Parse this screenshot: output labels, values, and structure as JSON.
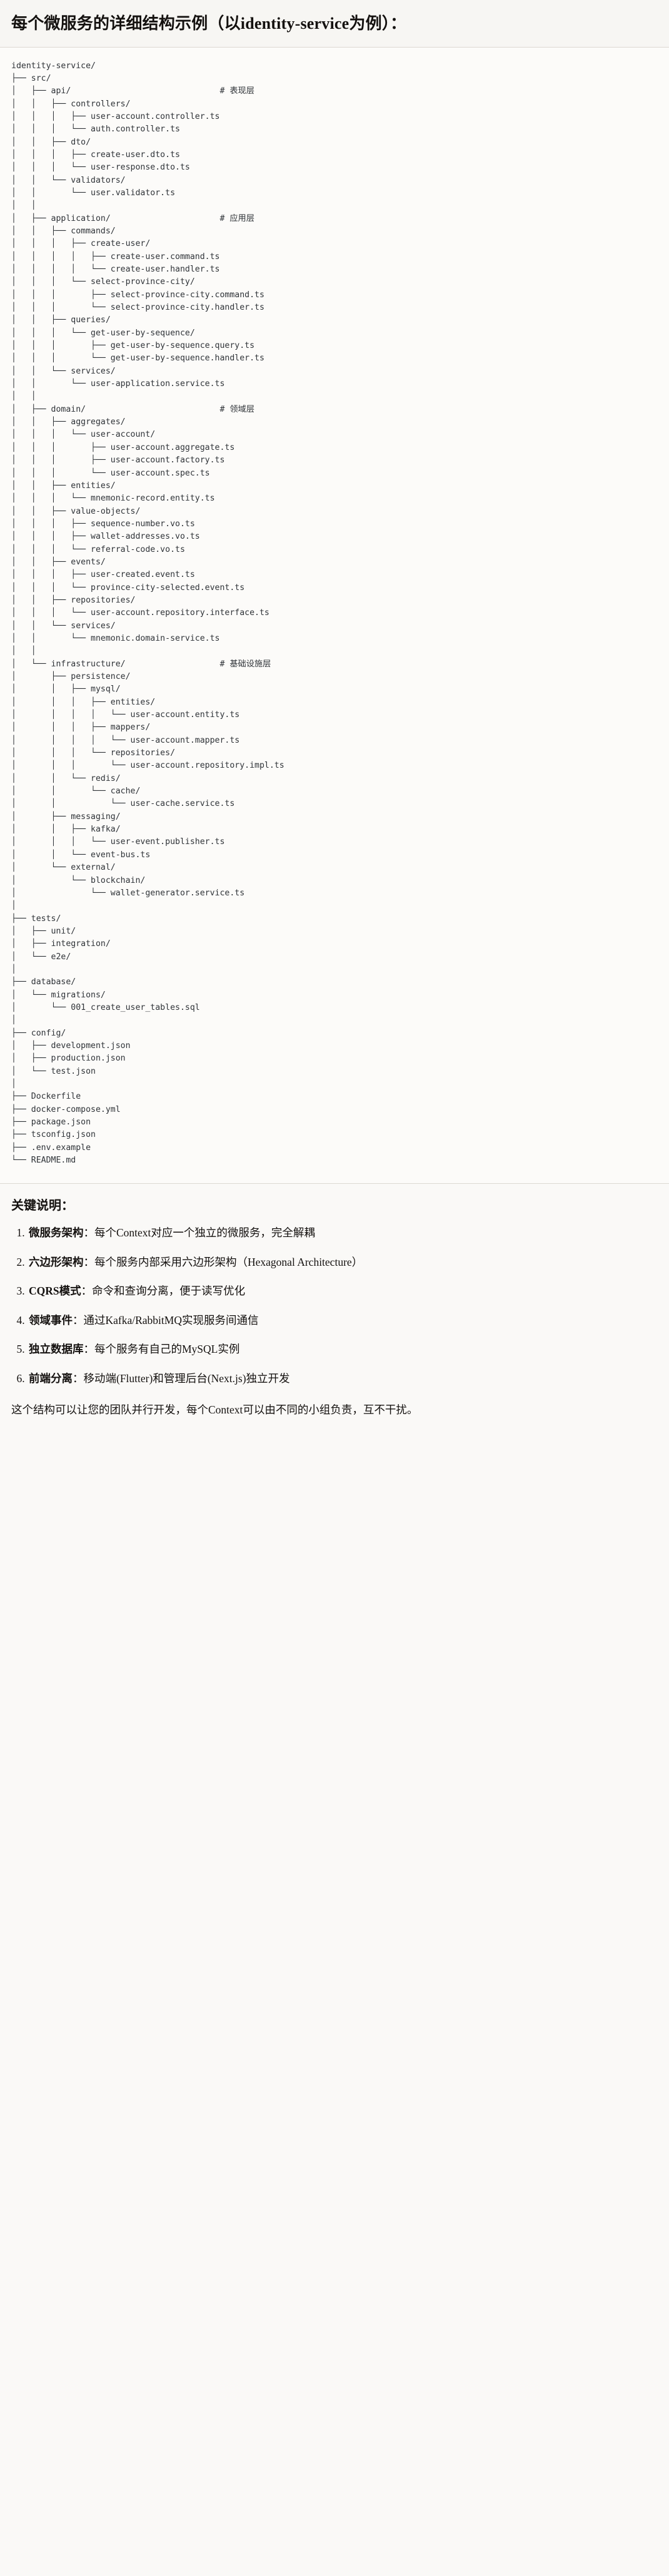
{
  "header": {
    "title": "每个微服务的详细结构示例（以identity-service为例）："
  },
  "tree": {
    "root_label": "identity-service/",
    "comments": {
      "api": "# 表现层",
      "application": "# 应用层",
      "domain": "# 领域层",
      "infrastructure": "# 基础设施层"
    },
    "text": "identity-service/\n├── src/\n│   ├── api/                              # 表现层\n│   │   ├── controllers/\n│   │   │   ├── user-account.controller.ts\n│   │   │   └── auth.controller.ts\n│   │   ├── dto/\n│   │   │   ├── create-user.dto.ts\n│   │   │   └── user-response.dto.ts\n│   │   └── validators/\n│   │       └── user.validator.ts\n│   │\n│   ├── application/                      # 应用层\n│   │   ├── commands/\n│   │   │   ├── create-user/\n│   │   │   │   ├── create-user.command.ts\n│   │   │   │   └── create-user.handler.ts\n│   │   │   └── select-province-city/\n│   │   │       ├── select-province-city.command.ts\n│   │   │       └── select-province-city.handler.ts\n│   │   ├── queries/\n│   │   │   └── get-user-by-sequence/\n│   │   │       ├── get-user-by-sequence.query.ts\n│   │   │       └── get-user-by-sequence.handler.ts\n│   │   └── services/\n│   │       └── user-application.service.ts\n│   │\n│   ├── domain/                           # 领域层\n│   │   ├── aggregates/\n│   │   │   └── user-account/\n│   │   │       ├── user-account.aggregate.ts\n│   │   │       ├── user-account.factory.ts\n│   │   │       └── user-account.spec.ts\n│   │   ├── entities/\n│   │   │   └── mnemonic-record.entity.ts\n│   │   ├── value-objects/\n│   │   │   ├── sequence-number.vo.ts\n│   │   │   ├── wallet-addresses.vo.ts\n│   │   │   └── referral-code.vo.ts\n│   │   ├── events/\n│   │   │   ├── user-created.event.ts\n│   │   │   └── province-city-selected.event.ts\n│   │   ├── repositories/\n│   │   │   └── user-account.repository.interface.ts\n│   │   └── services/\n│   │       └── mnemonic.domain-service.ts\n│   │\n│   └── infrastructure/                   # 基础设施层\n│       ├── persistence/\n│       │   ├── mysql/\n│       │   │   ├── entities/\n│       │   │   │   └── user-account.entity.ts\n│       │   │   ├── mappers/\n│       │   │   │   └── user-account.mapper.ts\n│       │   │   └── repositories/\n│       │   │       └── user-account.repository.impl.ts\n│       │   └── redis/\n│       │       └── cache/\n│       │           └── user-cache.service.ts\n│       ├── messaging/\n│       │   ├── kafka/\n│       │   │   └── user-event.publisher.ts\n│       │   └── event-bus.ts\n│       └── external/\n│           └── blockchain/\n│               └── wallet-generator.service.ts\n│\n├── tests/\n│   ├── unit/\n│   ├── integration/\n│   └── e2e/\n│\n├── database/\n│   └── migrations/\n│       └── 001_create_user_tables.sql\n│\n├── config/\n│   ├── development.json\n│   ├── production.json\n│   └── test.json\n│\n├── Dockerfile\n├── docker-compose.yml\n├── package.json\n├── tsconfig.json\n├── .env.example\n└── README.md"
  },
  "notes": {
    "title": "关键说明：",
    "items": [
      {
        "term": "微服务架构",
        "sep": "：",
        "desc": "每个Context对应一个独立的微服务，完全解耦"
      },
      {
        "term": "六边形架构",
        "sep": "：",
        "desc": "每个服务内部采用六边形架构（Hexagonal Architecture）"
      },
      {
        "term": "CQRS模式",
        "sep": "：",
        "desc": "命令和查询分离，便于读写优化"
      },
      {
        "term": "领域事件",
        "sep": "：",
        "desc": "通过Kafka/RabbitMQ实现服务间通信"
      },
      {
        "term": "独立数据库",
        "sep": "：",
        "desc": "每个服务有自己的MySQL实例"
      },
      {
        "term": "前端分离",
        "sep": "：",
        "desc": "移动端(Flutter)和管理后台(Next.js)独立开发"
      }
    ],
    "closing": "这个结构可以让您的团队并行开发，每个Context可以由不同的小组负责，互不干扰。"
  }
}
